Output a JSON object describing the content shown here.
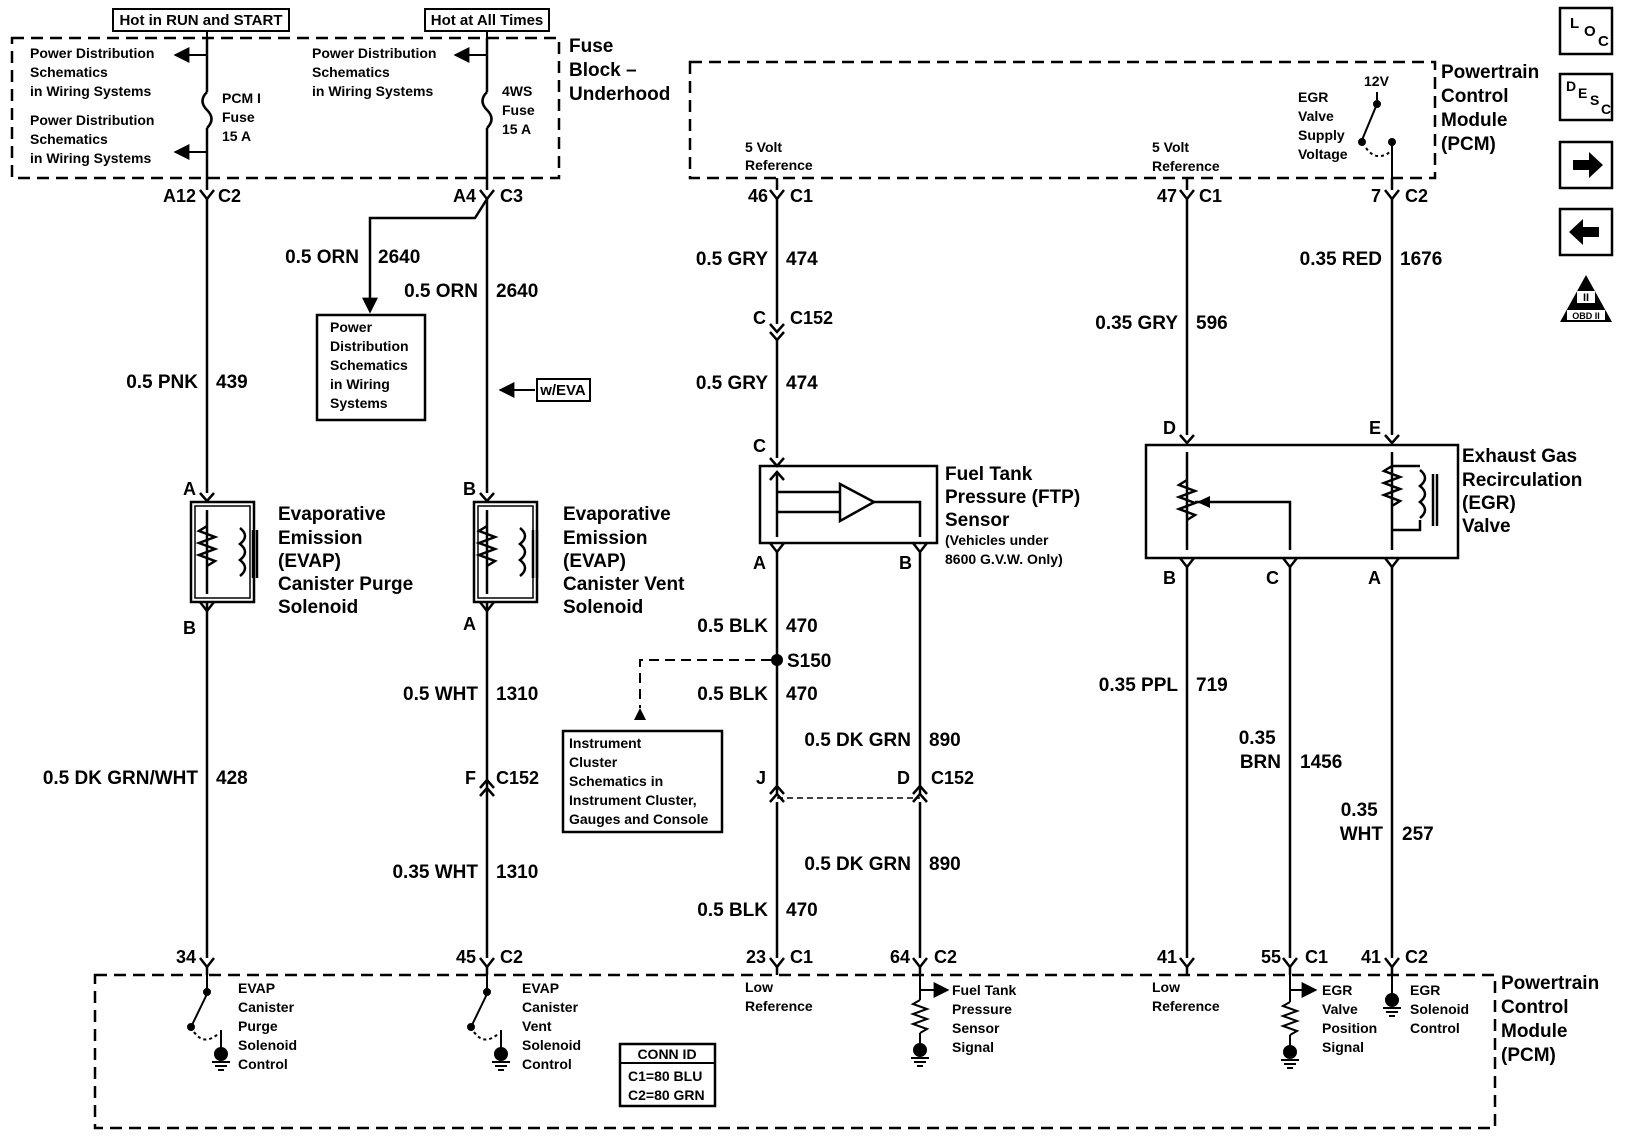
{
  "top": {
    "hot_run_start": "Hot in RUN and START",
    "hot_all_times": "Hot at All Times",
    "fuse_block": [
      "Fuse",
      "Block –",
      "Underhood"
    ],
    "power_dist": [
      "Power Distribution",
      "Schematics",
      "in Wiring Systems"
    ],
    "pcm1_fuse": [
      "PCM I",
      "Fuse",
      "15 A"
    ],
    "fws_fuse": [
      "4WS",
      "Fuse",
      "15 A"
    ],
    "pcm_top_label": [
      "Powertrain",
      "Control",
      "Module",
      "(PCM)"
    ],
    "five_volt_ref": [
      "5 Volt",
      "Reference"
    ],
    "egr_supply": [
      "EGR",
      "Valve",
      "Supply",
      "Voltage"
    ],
    "v12": "12V"
  },
  "pins_top": {
    "a12": "A12",
    "c2a": "C2",
    "a4": "A4",
    "c3": "C3",
    "p46": "46",
    "c1a": "C1",
    "p47": "47",
    "c1b": "C1",
    "p7": "7",
    "c2b": "C2"
  },
  "wires": {
    "orn_a": "0.5 ORN",
    "orn_a_num": "2640",
    "orn_b": "0.5 ORN",
    "orn_b_num": "2640",
    "pnk": "0.5 PNK",
    "pnk_num": "439",
    "gry1": "0.5 GRY",
    "gry1_num": "474",
    "gry2": "0.5 GRY",
    "gry2_num": "474",
    "red": "0.35 RED",
    "red_num": "1676",
    "gry3": "0.35 GRY",
    "gry3_num": "596",
    "blk1": "0.5 BLK",
    "blk1_num": "470",
    "blk2": "0.5 BLK",
    "blk2_num": "470",
    "blk3": "0.5 BLK",
    "blk3_num": "470",
    "wht1": "0.5 WHT",
    "wht1_num": "1310",
    "wht2": "0.35 WHT",
    "wht2_num": "1310",
    "dkgrnwht": "0.5 DK GRN/WHT",
    "dkgrnwht_num": "428",
    "dkgrn1": "0.5 DK GRN",
    "dkgrn1_num": "890",
    "dkgrn2": "0.5 DK GRN",
    "dkgrn2_num": "890",
    "ppl": "0.35 PPL",
    "ppl_num": "719",
    "brn": [
      "0.35",
      "BRN"
    ],
    "brn_num": "1456",
    "wht3": [
      "0.35",
      "WHT"
    ],
    "wht3_num": "257"
  },
  "connectors": {
    "c152_top_pin": "C",
    "c152_top": "C152",
    "ftp_c": "C",
    "ftp_a": "A",
    "ftp_b": "B",
    "egr_d": "D",
    "egr_e": "E",
    "egr_b": "B",
    "egr_c": "C",
    "egr_a": "A",
    "purge_a": "A",
    "purge_b": "B",
    "vent_b": "B",
    "vent_a": "A",
    "f": "F",
    "c152_mid": "C152",
    "j": "J",
    "d": "D",
    "c152_right": "C152",
    "s150": "S150"
  },
  "components": {
    "evap_purge": [
      "Evaporative",
      "Emission",
      "(EVAP)",
      "Canister Purge",
      "Solenoid"
    ],
    "evap_vent": [
      "Evaporative",
      "Emission",
      "(EVAP)",
      "Canister Vent",
      "Solenoid"
    ],
    "ftp": [
      "Fuel Tank",
      "Pressure (FTP)",
      "Sensor"
    ],
    "ftp_note": [
      "(Vehicles under",
      "8600 G.V.W. Only)"
    ],
    "egr": [
      "Exhaust Gas",
      "Recirculation",
      "(EGR)",
      "Valve"
    ],
    "power_dist_box": [
      "Power",
      "Distribution",
      "Schematics",
      "in Wiring",
      "Systems"
    ],
    "weva": "w/EVA",
    "instrument": [
      "Instrument",
      "Cluster",
      "Schematics in",
      "Instrument Cluster,",
      "Gauges and Console"
    ]
  },
  "pins_bottom": {
    "p34": "34",
    "p45": "45",
    "c2c": "C2",
    "p23": "23",
    "c1c": "C1",
    "p64": "64",
    "c2d": "C2",
    "p41a": "41",
    "p55": "55",
    "c1d": "C1",
    "p41b": "41",
    "c2e": "C2"
  },
  "bottom": {
    "purge_ctrl": [
      "EVAP",
      "Canister",
      "Purge",
      "Solenoid",
      "Control"
    ],
    "vent_ctrl": [
      "EVAP",
      "Canister",
      "Vent",
      "Solenoid",
      "Control"
    ],
    "low_ref": [
      "Low",
      "Reference"
    ],
    "ftp_signal": [
      "Fuel Tank",
      "Pressure",
      "Sensor",
      "Signal"
    ],
    "egr_pos": [
      "EGR",
      "Valve",
      "Position",
      "Signal"
    ],
    "egr_ctrl": [
      "EGR",
      "Solenoid",
      "Control"
    ],
    "conn_id": "CONN ID",
    "conn_c1": "C1=80 BLU",
    "conn_c2": "C2=80 GRN",
    "pcm_label": [
      "Powertrain",
      "Control",
      "Module",
      "(PCM)"
    ]
  },
  "nav": {
    "loc": [
      "L",
      "O",
      "C"
    ],
    "desc": [
      "D",
      "E",
      "S",
      "C"
    ],
    "obd": [
      "II",
      "OBD II"
    ]
  }
}
